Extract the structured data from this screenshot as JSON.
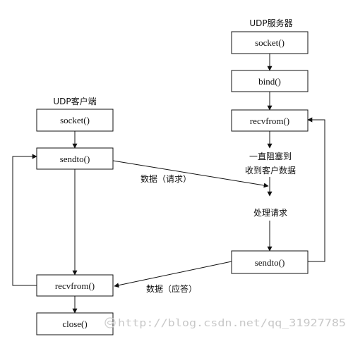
{
  "client": {
    "title": "UDP客户端",
    "socket": "socket()",
    "sendto": "sendto()",
    "recvfrom": "recvfrom()",
    "close": "close()"
  },
  "server": {
    "title": "UDP服务器",
    "socket": "socket()",
    "bind": "bind()",
    "recvfrom": "recvfrom()",
    "block_line1": "一直阻塞到",
    "block_line2": "收到客户数据",
    "process": "处理请求",
    "sendto": "sendto()"
  },
  "messages": {
    "request": "数据（请求）",
    "response": "数据（应答）"
  },
  "watermark": "http://blog.csdn.net/qq_31927785"
}
